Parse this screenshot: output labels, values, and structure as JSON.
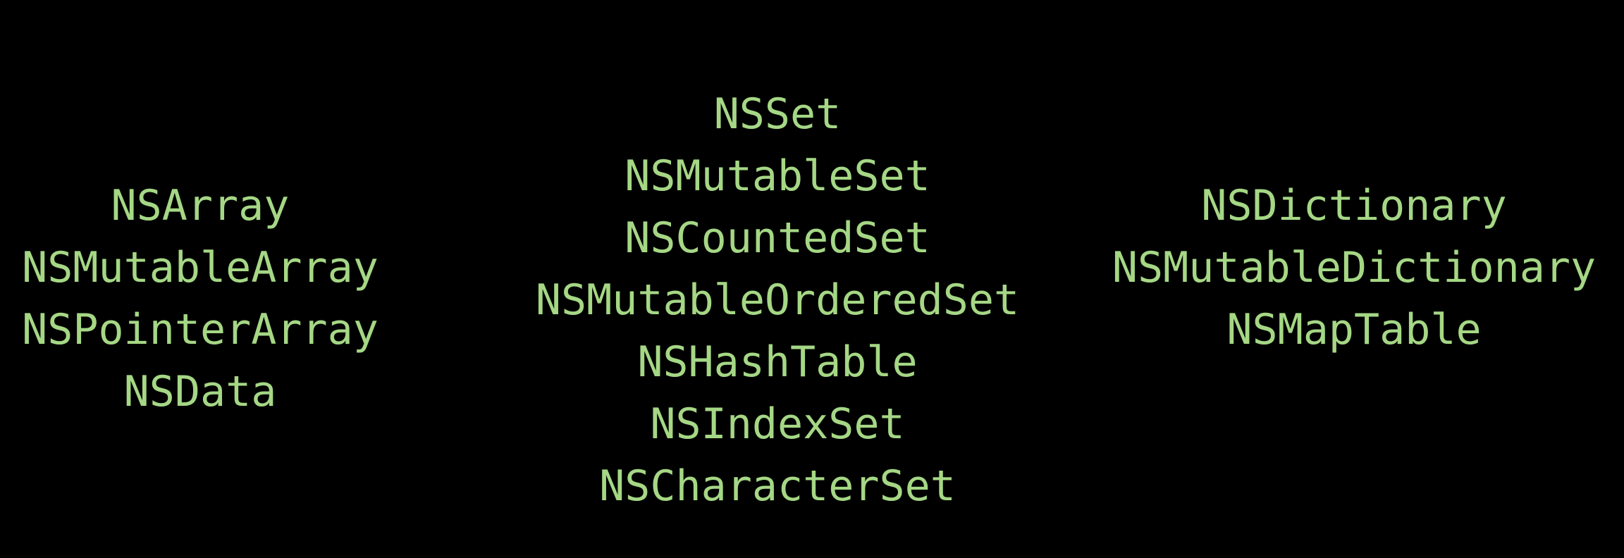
{
  "slide": {
    "background_color": "#000000",
    "text_color": "#a5d785"
  },
  "columns": {
    "arrays": {
      "items": [
        "NSArray",
        "NSMutableArray",
        "NSPointerArray",
        "NSData"
      ]
    },
    "sets": {
      "items": [
        "NSSet",
        "NSMutableSet",
        "NSCountedSet",
        "NSMutableOrderedSet",
        "NSHashTable",
        "NSIndexSet",
        "NSCharacterSet"
      ]
    },
    "dictionaries": {
      "items": [
        "NSDictionary",
        "NSMutableDictionary",
        "NSMapTable"
      ]
    }
  }
}
